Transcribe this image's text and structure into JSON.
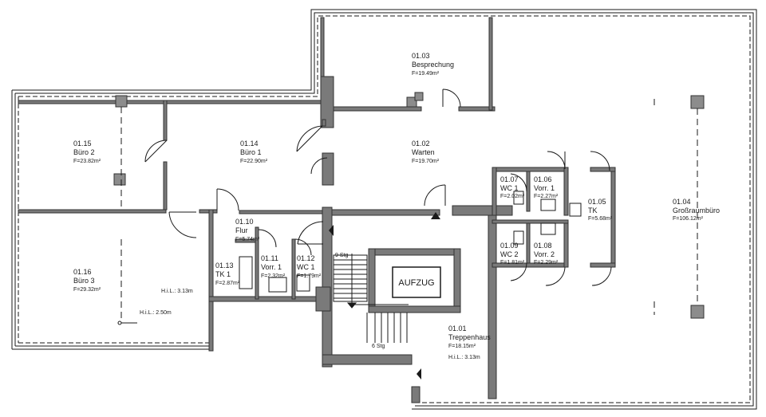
{
  "rooms": [
    {
      "id": "r0103",
      "number": "01.03",
      "name": "Besprechung",
      "area": "F=19.49m²"
    },
    {
      "id": "r0102",
      "number": "01.02",
      "name": "Warten",
      "area": "F=19.70m²"
    },
    {
      "id": "r0114",
      "number": "01.14",
      "name": "Büro 1",
      "area": "F=22.90m²"
    },
    {
      "id": "r0115",
      "number": "01.15",
      "name": "Büro 2",
      "area": "F=23.82m²"
    },
    {
      "id": "r0116",
      "number": "01.16",
      "name": "Büro 3",
      "area": "F=29.32m²"
    },
    {
      "id": "r0110",
      "number": "01.10",
      "name": "Flur",
      "area": "F=5.74m²"
    },
    {
      "id": "r0113",
      "number": "01.13",
      "name": "TK 1",
      "area": "F=2.87m²"
    },
    {
      "id": "r0111",
      "number": "01.11",
      "name": "Vorr. 1",
      "area": "F=2.32m²"
    },
    {
      "id": "r0112",
      "number": "01.12",
      "name": "WC 1",
      "area": "F=1.79m²"
    },
    {
      "id": "r0107",
      "number": "01.07",
      "name": "WC 1",
      "area": "F=2.02m²"
    },
    {
      "id": "r0106",
      "number": "01.06",
      "name": "Vorr. 1",
      "area": "F=2.27m²"
    },
    {
      "id": "r0109",
      "number": "01.09",
      "name": "WC 2",
      "area": "F=1.81m²"
    },
    {
      "id": "r0108",
      "number": "01.08",
      "name": "Vorr. 2",
      "area": "F=2.29m²"
    },
    {
      "id": "r0105",
      "number": "01.05",
      "name": "TK",
      "area": "F=5.68m²"
    },
    {
      "id": "r0104",
      "number": "01.04",
      "name": "Großraumbüro",
      "area": "F=106.12m²"
    },
    {
      "id": "r0101",
      "number": "01.01",
      "name": "Treppenhaus",
      "area": "F=18.15m²"
    }
  ],
  "annotations": {
    "elevator": "AUFZUG",
    "stairs_upper": "9 Stg",
    "stairs_lower": "6 Stg",
    "height_buero3": "H.i.L.: 3.13m",
    "height_buero3_low": "H.i.L.: 2.50m",
    "height_stair": "H.i.L.: 3.13m"
  },
  "colors": {
    "wall": "#7a7a7a",
    "wall_dark": "#333333",
    "line": "#1a1a1a",
    "column": "#8c8c8c",
    "background": "#ffffff"
  }
}
